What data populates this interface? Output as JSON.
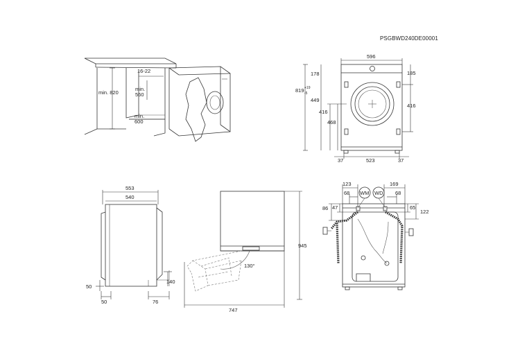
{
  "document_code": "PSGBWD240DE00001",
  "views": {
    "install": {
      "min_820": "min. 820",
      "d_16_22": "16-22",
      "min_560_a": "min.",
      "min_560_b": "560",
      "min_600_a": "min.",
      "min_600_b": "600"
    },
    "front": {
      "width_596": "596",
      "h_178": "178",
      "h_185": "185",
      "h_819_main": "819",
      "h_819_tol_top": "+19",
      "h_819_tol_bot": "-5",
      "h_449": "449",
      "h_416_left": "416",
      "h_416_right": "416",
      "h_468": "468",
      "b_37_left": "37",
      "b_523": "523",
      "b_37_right": "37"
    },
    "side": {
      "d_553": "553",
      "d_540": "540",
      "d_50_v": "50",
      "d_50_h": "50",
      "d_140": "140",
      "d_76": "76"
    },
    "door": {
      "h_945": "945",
      "w_747": "747",
      "angle_130": "130°"
    },
    "rear": {
      "d_123": "123",
      "d_68_left": "68",
      "d_169": "169",
      "d_68_right": "68",
      "d_86": "86",
      "d_47": "47",
      "d_65": "65",
      "d_122": "122",
      "label_wm": "WM",
      "label_wd": "WD"
    }
  }
}
